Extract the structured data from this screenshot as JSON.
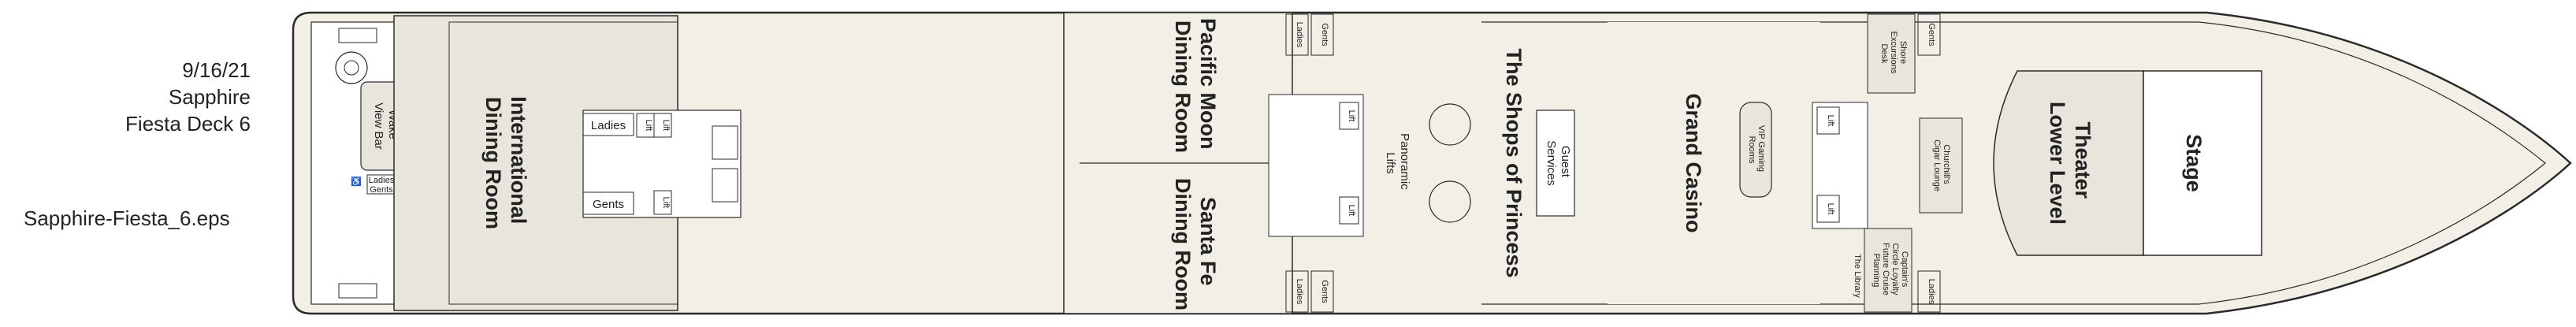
{
  "legend": {
    "date": "9/16/21",
    "ship": "Sapphire",
    "deck": "Fiesta Deck 6",
    "filename": "Sapphire-Fiesta_6.eps"
  },
  "rooms": {
    "wake_view_bar": [
      "Wake",
      "View Bar"
    ],
    "international_dining": [
      "International",
      "Dining Room"
    ],
    "ladies": "Ladies",
    "gents": "Gents",
    "lift": "Lift",
    "pacific_moon": [
      "Pacific Moon",
      "Dining Room"
    ],
    "santa_fe": [
      "Santa Fe",
      "Dining Room"
    ],
    "panoramic_lifts": [
      "Panoramic",
      "Lifts"
    ],
    "shops": "The Shops of Princess",
    "guest_services": [
      "Guest",
      "Services"
    ],
    "grand_casino": "Grand Casino",
    "vip_gaming": [
      "VIP Gaming",
      "Rooms"
    ],
    "shore_excursions": [
      "Shore",
      "Excursions",
      "Desk"
    ],
    "churchills": [
      "Churchill's",
      "Cigar Lounge"
    ],
    "captains_circle": [
      "Captain's",
      "Circle Loyalty",
      "Future Cruise",
      "Planning"
    ],
    "library": "The Library",
    "theater": [
      "Theater",
      "Lower Level"
    ],
    "stage": "Stage"
  },
  "colors": {
    "hull_fill": "#f1efe6",
    "room_fill": "#e8e6dc",
    "line": "#2a2a2a",
    "paper": "#ffffff"
  }
}
